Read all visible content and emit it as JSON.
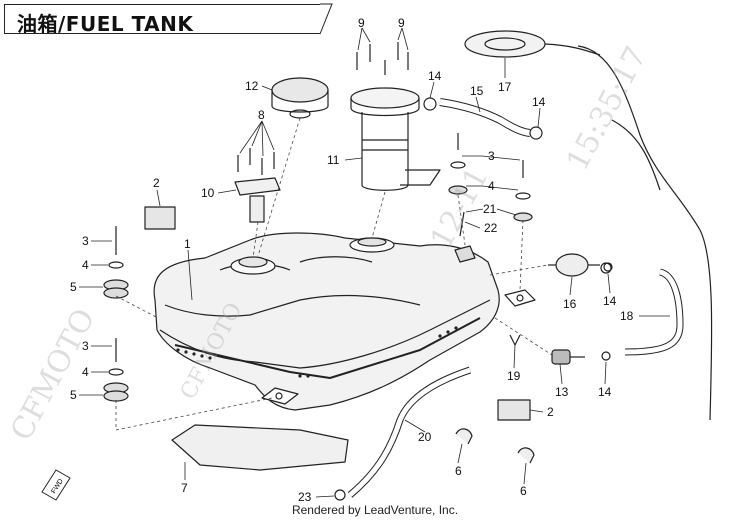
{
  "title": "油箱/FUEL TANK",
  "footer": "Rendered by LeadVenture, Inc.",
  "watermarks": [
    "CFMOTO",
    "CFMOTO",
    "15:35:17",
    "12-11"
  ],
  "fwd_label": "FWD",
  "callouts": [
    {
      "id": "c9a",
      "label": "9"
    },
    {
      "id": "c9b",
      "label": "9"
    },
    {
      "id": "c12",
      "label": "12"
    },
    {
      "id": "c14a",
      "label": "14"
    },
    {
      "id": "c15",
      "label": "15"
    },
    {
      "id": "c17",
      "label": "17"
    },
    {
      "id": "c14b",
      "label": "14"
    },
    {
      "id": "c8",
      "label": "8"
    },
    {
      "id": "c11",
      "label": "11"
    },
    {
      "id": "c3a",
      "label": "3"
    },
    {
      "id": "c4a",
      "label": "4"
    },
    {
      "id": "c2a",
      "label": "2"
    },
    {
      "id": "c10",
      "label": "10"
    },
    {
      "id": "c21",
      "label": "21"
    },
    {
      "id": "c22",
      "label": "22"
    },
    {
      "id": "c1",
      "label": "1"
    },
    {
      "id": "c3b",
      "label": "3"
    },
    {
      "id": "c4b",
      "label": "4"
    },
    {
      "id": "c5a",
      "label": "5"
    },
    {
      "id": "c16",
      "label": "16"
    },
    {
      "id": "c14c",
      "label": "14"
    },
    {
      "id": "c18",
      "label": "18"
    },
    {
      "id": "c3c",
      "label": "3"
    },
    {
      "id": "c4c",
      "label": "4"
    },
    {
      "id": "c5b",
      "label": "5"
    },
    {
      "id": "c19",
      "label": "19"
    },
    {
      "id": "c13",
      "label": "13"
    },
    {
      "id": "c14d",
      "label": "14"
    },
    {
      "id": "c2b",
      "label": "2"
    },
    {
      "id": "c20",
      "label": "20"
    },
    {
      "id": "c7",
      "label": "7"
    },
    {
      "id": "c6a",
      "label": "6"
    },
    {
      "id": "c6b",
      "label": "6"
    },
    {
      "id": "c23",
      "label": "23"
    }
  ]
}
